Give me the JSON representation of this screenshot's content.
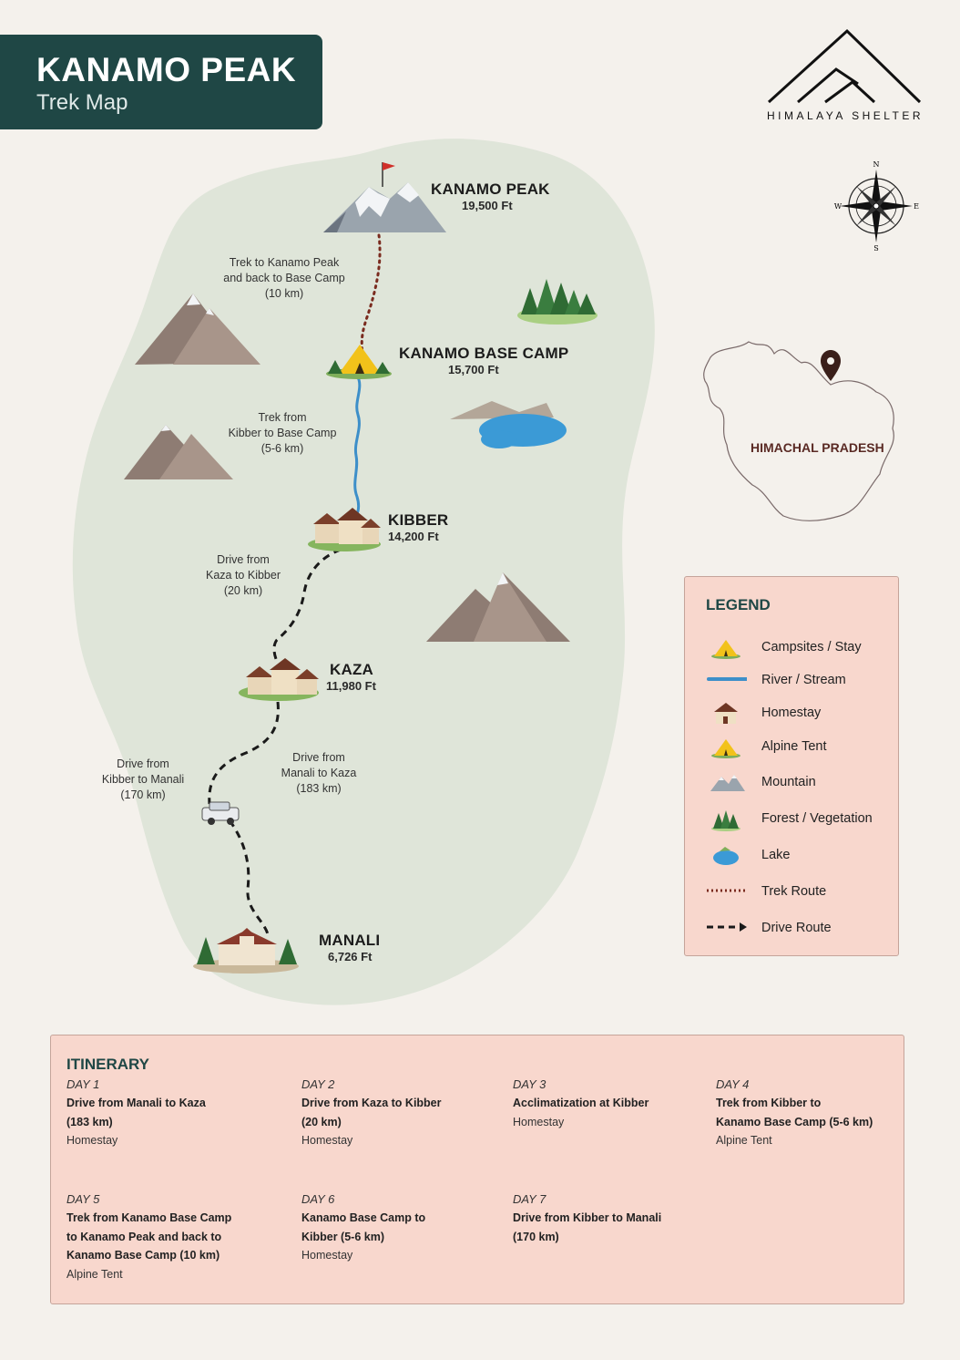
{
  "header": {
    "title": "KANAMO PEAK",
    "subtitle": "Trek Map"
  },
  "brand": {
    "name": "HIMALAYA SHELTER"
  },
  "compass": {
    "n": "N",
    "s": "S",
    "e": "E",
    "w": "W"
  },
  "places": {
    "peak": {
      "name": "KANAMO PEAK",
      "altitude": "19,500 Ft"
    },
    "basecamp": {
      "name": "KANAMO BASE CAMP",
      "altitude": "15,700 Ft"
    },
    "kibber": {
      "name": "KIBBER",
      "altitude": "14,200 Ft"
    },
    "kaza": {
      "name": "KAZA",
      "altitude": "11,980 Ft"
    },
    "manali": {
      "name": "MANALI",
      "altitude": "6,726 Ft"
    }
  },
  "route_notes": {
    "peak_trek": {
      "l1": "Trek to Kanamo Peak",
      "l2": "and back to Base Camp",
      "l3": "(10 km)"
    },
    "kibber_trek": {
      "l1": "Trek from",
      "l2": "Kibber to Base Camp",
      "l3": "(5-6 km)"
    },
    "kaza_kibber": {
      "l1": "Drive from",
      "l2": "Kaza to Kibber",
      "l3": "(20 km)"
    },
    "kibber_manali": {
      "l1": "Drive from",
      "l2": "Kibber to Manali",
      "l3": "(170 km)"
    },
    "manali_kaza": {
      "l1": "Drive from",
      "l2": "Manali to Kaza",
      "l3": "(183 km)"
    }
  },
  "inset": {
    "state": "HIMACHAL PRADESH"
  },
  "legend": {
    "title": "LEGEND",
    "items": [
      {
        "label": "Campsites / Stay",
        "icon": "tent-icon"
      },
      {
        "label": "River / Stream",
        "icon": "river-icon"
      },
      {
        "label": "Homestay",
        "icon": "homestay-icon"
      },
      {
        "label": "Alpine Tent",
        "icon": "alpine-tent-icon"
      },
      {
        "label": "Mountain",
        "icon": "mountain-icon"
      },
      {
        "label": "Forest / Vegetation",
        "icon": "forest-icon"
      },
      {
        "label": "Lake",
        "icon": "lake-icon"
      },
      {
        "label": "Trek Route",
        "icon": "trek-route-icon"
      },
      {
        "label": "Drive Route",
        "icon": "drive-route-icon"
      }
    ]
  },
  "itinerary": {
    "title": "ITINERARY",
    "days": [
      {
        "day": "DAY 1",
        "title": "Drive from Manali to Kaza\n(183 km)",
        "stay": "Homestay"
      },
      {
        "day": "DAY 2",
        "title": "Drive from Kaza to Kibber\n(20 km)",
        "stay": "Homestay"
      },
      {
        "day": "DAY 3",
        "title": "Acclimatization at Kibber",
        "stay": "Homestay"
      },
      {
        "day": "DAY 4",
        "title": "Trek from Kibber to\nKanamo Base Camp (5-6 km)",
        "stay": "Alpine Tent"
      },
      {
        "day": "DAY 5",
        "title": "Trek from Kanamo Base Camp\nto Kanamo Peak and back to\nKanamo Base Camp (10 km)",
        "stay": "Alpine Tent"
      },
      {
        "day": "DAY 6",
        "title": "Kanamo Base Camp to\nKibber (5-6 km)",
        "stay": "Homestay"
      },
      {
        "day": "DAY 7",
        "title": "Drive from Kibber to Manali\n(170 km)",
        "stay": ""
      }
    ]
  },
  "colors": {
    "banner": "#1f4745",
    "land": "#dfe5d9",
    "panel": "#f8d7cd",
    "river": "#3d8fc9",
    "trek_route": "#7a2b1f",
    "drive_route": "#1a1a1a"
  }
}
